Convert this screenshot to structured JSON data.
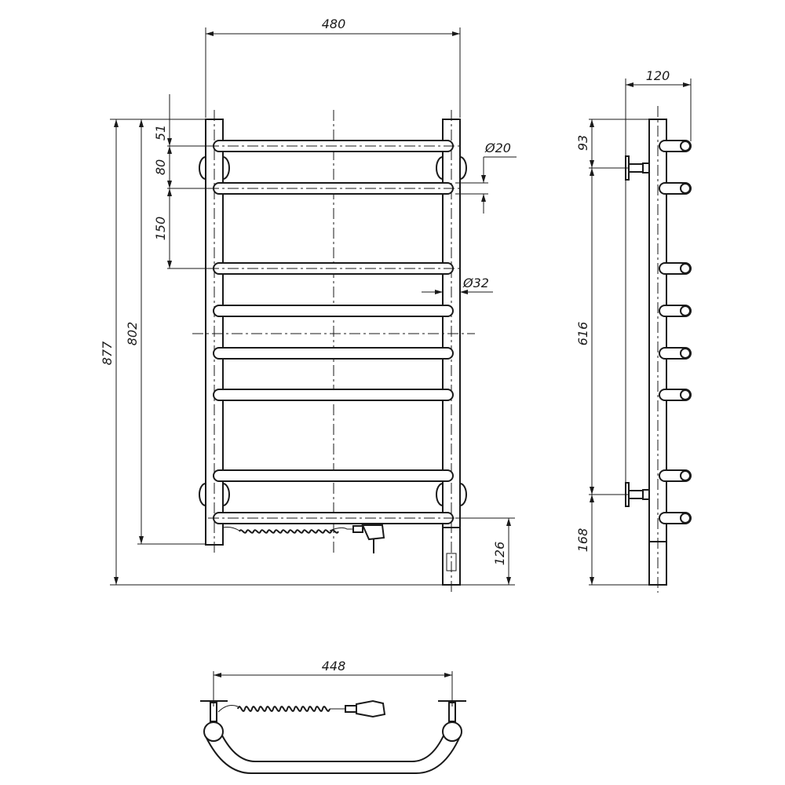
{
  "drawing": {
    "front_view": {
      "width_label": "480",
      "total_height_label": "877",
      "post_height_label": "802",
      "top_offset_label": "51",
      "first_gap_label": "80",
      "second_gap_label": "150",
      "bar_diameter_label": "Ø20",
      "post_diameter_label": "Ø32",
      "heater_height_label": "126"
    },
    "side_view": {
      "depth_label": "120",
      "top_mount_label": "93",
      "mount_spacing_label": "616",
      "bottom_mount_label": "168"
    },
    "top_view": {
      "axis_spacing_label": "448"
    },
    "line_color": "#1a1a1a"
  }
}
